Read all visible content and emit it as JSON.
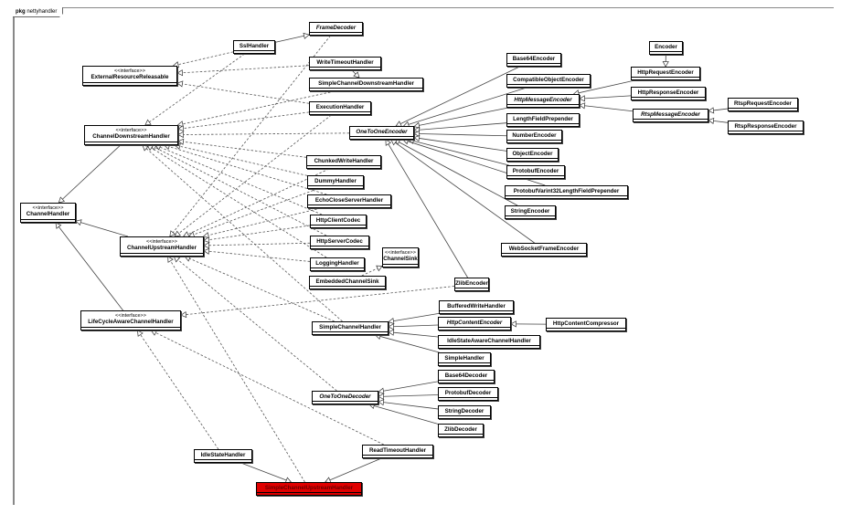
{
  "package": {
    "keyword": "pkg",
    "name": "nettyhandler"
  },
  "highlight_color": "#e00000",
  "classes": [
    {
      "id": "FrameDecoder",
      "name": "FrameDecoder",
      "abstract": true
    },
    {
      "id": "SslHandler",
      "name": "SslHandler"
    },
    {
      "id": "ExternalResourceReleasable",
      "name": "ExternalResourceReleasable",
      "stereotype": "<<interface>>"
    },
    {
      "id": "WriteTimeoutHandler",
      "name": "WriteTimeoutHandler"
    },
    {
      "id": "SimpleChannelDownstreamHandler",
      "name": "SimpleChannelDownstreamHandler"
    },
    {
      "id": "ExecutionHandler",
      "name": "ExecutionHandler"
    },
    {
      "id": "ChannelDownstreamHandler",
      "name": "ChannelDownstreamHandler",
      "stereotype": "<<interface>>"
    },
    {
      "id": "OneToOneEncoder",
      "name": "OneToOneEncoder",
      "abstract": true
    },
    {
      "id": "ChunkedWriteHandler",
      "name": "ChunkedWriteHandler"
    },
    {
      "id": "DummyHandler",
      "name": "DummyHandler"
    },
    {
      "id": "EchoCloseServerHandler",
      "name": "EchoCloseServerHandler"
    },
    {
      "id": "HttpClientCodec",
      "name": "HttpClientCodec"
    },
    {
      "id": "HttpServerCodec",
      "name": "HttpServerCodec"
    },
    {
      "id": "ChannelHandler",
      "name": "ChannelHandler",
      "stereotype": "<<interface>>"
    },
    {
      "id": "ChannelUpstreamHandler",
      "name": "ChannelUpstreamHandler",
      "stereotype": "<<interface>>"
    },
    {
      "id": "LoggingHandler",
      "name": "LoggingHandler"
    },
    {
      "id": "ChannelSink",
      "name": "ChannelSink",
      "stereotype": "<<interface>>"
    },
    {
      "id": "EmbeddedChannelSink",
      "name": "EmbeddedChannelSink"
    },
    {
      "id": "ZlibEncoder",
      "name": "ZlibEncoder"
    },
    {
      "id": "LifeCycleAwareChannelHandler",
      "name": "LifeCycleAwareChannelHandler",
      "stereotype": "<<interface>>"
    },
    {
      "id": "BufferedWriteHandler",
      "name": "BufferedWriteHandler"
    },
    {
      "id": "HttpContentEncoder",
      "name": "HttpContentEncoder",
      "abstract": true
    },
    {
      "id": "HttpContentCompressor",
      "name": "HttpContentCompressor"
    },
    {
      "id": "SimpleChannelHandler",
      "name": "SimpleChannelHandler"
    },
    {
      "id": "IdleStateAwareChannelHandler",
      "name": "IdleStateAwareChannelHandler"
    },
    {
      "id": "SimpleHandler",
      "name": "SimpleHandler"
    },
    {
      "id": "Base64Decoder",
      "name": "Base64Decoder"
    },
    {
      "id": "ProtobufDecoder",
      "name": "ProtobufDecoder"
    },
    {
      "id": "OneToOneDecoder",
      "name": "OneToOneDecoder",
      "abstract": true
    },
    {
      "id": "StringDecoder",
      "name": "StringDecoder"
    },
    {
      "id": "ZlibDecoder",
      "name": "ZlibDecoder"
    },
    {
      "id": "IdleStateHandler",
      "name": "IdleStateHandler"
    },
    {
      "id": "ReadTimeoutHandler",
      "name": "ReadTimeoutHandler"
    },
    {
      "id": "SimpleChannelUpstreamHandler",
      "name": "SimpleChannelUpstreamHandler",
      "highlighted": true
    },
    {
      "id": "Encoder",
      "name": "Encoder"
    },
    {
      "id": "HttpRequestEncoder",
      "name": "HttpRequestEncoder"
    },
    {
      "id": "Base64Encoder",
      "name": "Base64Encoder"
    },
    {
      "id": "CompatibleObjectEncoder",
      "name": "CompatibleObjectEncoder"
    },
    {
      "id": "HttpMessageEncoder",
      "name": "HttpMessageEncoder",
      "abstract": true
    },
    {
      "id": "HttpResponseEncoder",
      "name": "HttpResponseEncoder"
    },
    {
      "id": "RtspRequestEncoder",
      "name": "RtspRequestEncoder"
    },
    {
      "id": "RtspMessageEncoder",
      "name": "RtspMessageEncoder",
      "abstract": true
    },
    {
      "id": "RtspResponseEncoder",
      "name": "RtspResponseEncoder"
    },
    {
      "id": "LengthFieldPrepender",
      "name": "LengthFieldPrepender"
    },
    {
      "id": "NumberEncoder",
      "name": "NumberEncoder"
    },
    {
      "id": "ObjectEncoder",
      "name": "ObjectEncoder"
    },
    {
      "id": "ProtobufEncoder",
      "name": "ProtobufEncoder"
    },
    {
      "id": "ProtobufVarint32LengthFieldPrepender",
      "name": "ProtobufVarint32LengthFieldPrepender"
    },
    {
      "id": "StringEncoder",
      "name": "StringEncoder"
    },
    {
      "id": "WebSocketFrameEncoder",
      "name": "WebSocketFrameEncoder"
    }
  ],
  "relations": {
    "realization": [
      [
        "SslHandler",
        "ExternalResourceReleasable"
      ],
      [
        "SslHandler",
        "ChannelDownstreamHandler"
      ],
      [
        "WriteTimeoutHandler",
        "ExternalResourceReleasable"
      ],
      [
        "ExecutionHandler",
        "ExternalResourceReleasable"
      ],
      [
        "SimpleChannelDownstreamHandler",
        "ChannelDownstreamHandler"
      ],
      [
        "ExecutionHandler",
        "ChannelDownstreamHandler"
      ],
      [
        "OneToOneEncoder",
        "ChannelDownstreamHandler"
      ],
      [
        "ChunkedWriteHandler",
        "ChannelDownstreamHandler"
      ],
      [
        "DummyHandler",
        "ChannelDownstreamHandler"
      ],
      [
        "EchoCloseServerHandler",
        "ChannelDownstreamHandler"
      ],
      [
        "HttpClientCodec",
        "ChannelDownstreamHandler"
      ],
      [
        "HttpServerCodec",
        "ChannelDownstreamHandler"
      ],
      [
        "LoggingHandler",
        "ChannelDownstreamHandler"
      ],
      [
        "SimpleChannelHandler",
        "ChannelDownstreamHandler"
      ],
      [
        "FrameDecoder",
        "ChannelUpstreamHandler"
      ],
      [
        "ExecutionHandler",
        "ChannelUpstreamHandler"
      ],
      [
        "ChunkedWriteHandler",
        "ChannelUpstreamHandler"
      ],
      [
        "DummyHandler",
        "ChannelUpstreamHandler"
      ],
      [
        "EchoCloseServerHandler",
        "ChannelUpstreamHandler"
      ],
      [
        "HttpClientCodec",
        "ChannelUpstreamHandler"
      ],
      [
        "HttpServerCodec",
        "ChannelUpstreamHandler"
      ],
      [
        "LoggingHandler",
        "ChannelUpstreamHandler"
      ],
      [
        "SimpleChannelHandler",
        "ChannelUpstreamHandler"
      ],
      [
        "OneToOneDecoder",
        "ChannelUpstreamHandler"
      ],
      [
        "SimpleChannelUpstreamHandler",
        "ChannelUpstreamHandler"
      ],
      [
        "EmbeddedChannelSink",
        "ChannelSink"
      ],
      [
        "ZlibEncoder",
        "LifeCycleAwareChannelHandler"
      ],
      [
        "IdleStateHandler",
        "LifeCycleAwareChannelHandler"
      ],
      [
        "ReadTimeoutHandler",
        "LifeCycleAwareChannelHandler"
      ]
    ],
    "generalization": [
      [
        "SslHandler",
        "FrameDecoder"
      ],
      [
        "WriteTimeoutHandler",
        "SimpleChannelDownstreamHandler"
      ],
      [
        "ChannelDownstreamHandler",
        "ChannelHandler"
      ],
      [
        "ChannelUpstreamHandler",
        "ChannelHandler"
      ],
      [
        "LifeCycleAwareChannelHandler",
        "ChannelHandler"
      ],
      [
        "Base64Encoder",
        "OneToOneEncoder"
      ],
      [
        "CompatibleObjectEncoder",
        "OneToOneEncoder"
      ],
      [
        "HttpMessageEncoder",
        "OneToOneEncoder"
      ],
      [
        "LengthFieldPrepender",
        "OneToOneEncoder"
      ],
      [
        "NumberEncoder",
        "OneToOneEncoder"
      ],
      [
        "ObjectEncoder",
        "OneToOneEncoder"
      ],
      [
        "ProtobufEncoder",
        "OneToOneEncoder"
      ],
      [
        "ProtobufVarint32LengthFieldPrepender",
        "OneToOneEncoder"
      ],
      [
        "StringEncoder",
        "OneToOneEncoder"
      ],
      [
        "WebSocketFrameEncoder",
        "OneToOneEncoder"
      ],
      [
        "ZlibEncoder",
        "OneToOneEncoder"
      ],
      [
        "Encoder",
        "HttpRequestEncoder"
      ],
      [
        "HttpRequestEncoder",
        "HttpMessageEncoder"
      ],
      [
        "HttpResponseEncoder",
        "HttpMessageEncoder"
      ],
      [
        "RtspMessageEncoder",
        "HttpMessageEncoder"
      ],
      [
        "RtspRequestEncoder",
        "RtspMessageEncoder"
      ],
      [
        "RtspResponseEncoder",
        "RtspMessageEncoder"
      ],
      [
        "BufferedWriteHandler",
        "SimpleChannelHandler"
      ],
      [
        "HttpContentEncoder",
        "SimpleChannelHandler"
      ],
      [
        "IdleStateAwareChannelHandler",
        "SimpleChannelHandler"
      ],
      [
        "SimpleHandler",
        "SimpleChannelHandler"
      ],
      [
        "HttpContentCompressor",
        "HttpContentEncoder"
      ],
      [
        "Base64Decoder",
        "OneToOneDecoder"
      ],
      [
        "ProtobufDecoder",
        "OneToOneDecoder"
      ],
      [
        "StringDecoder",
        "OneToOneDecoder"
      ],
      [
        "ZlibDecoder",
        "OneToOneDecoder"
      ],
      [
        "IdleStateHandler",
        "SimpleChannelUpstreamHandler"
      ],
      [
        "ReadTimeoutHandler",
        "SimpleChannelUpstreamHandler"
      ]
    ]
  }
}
